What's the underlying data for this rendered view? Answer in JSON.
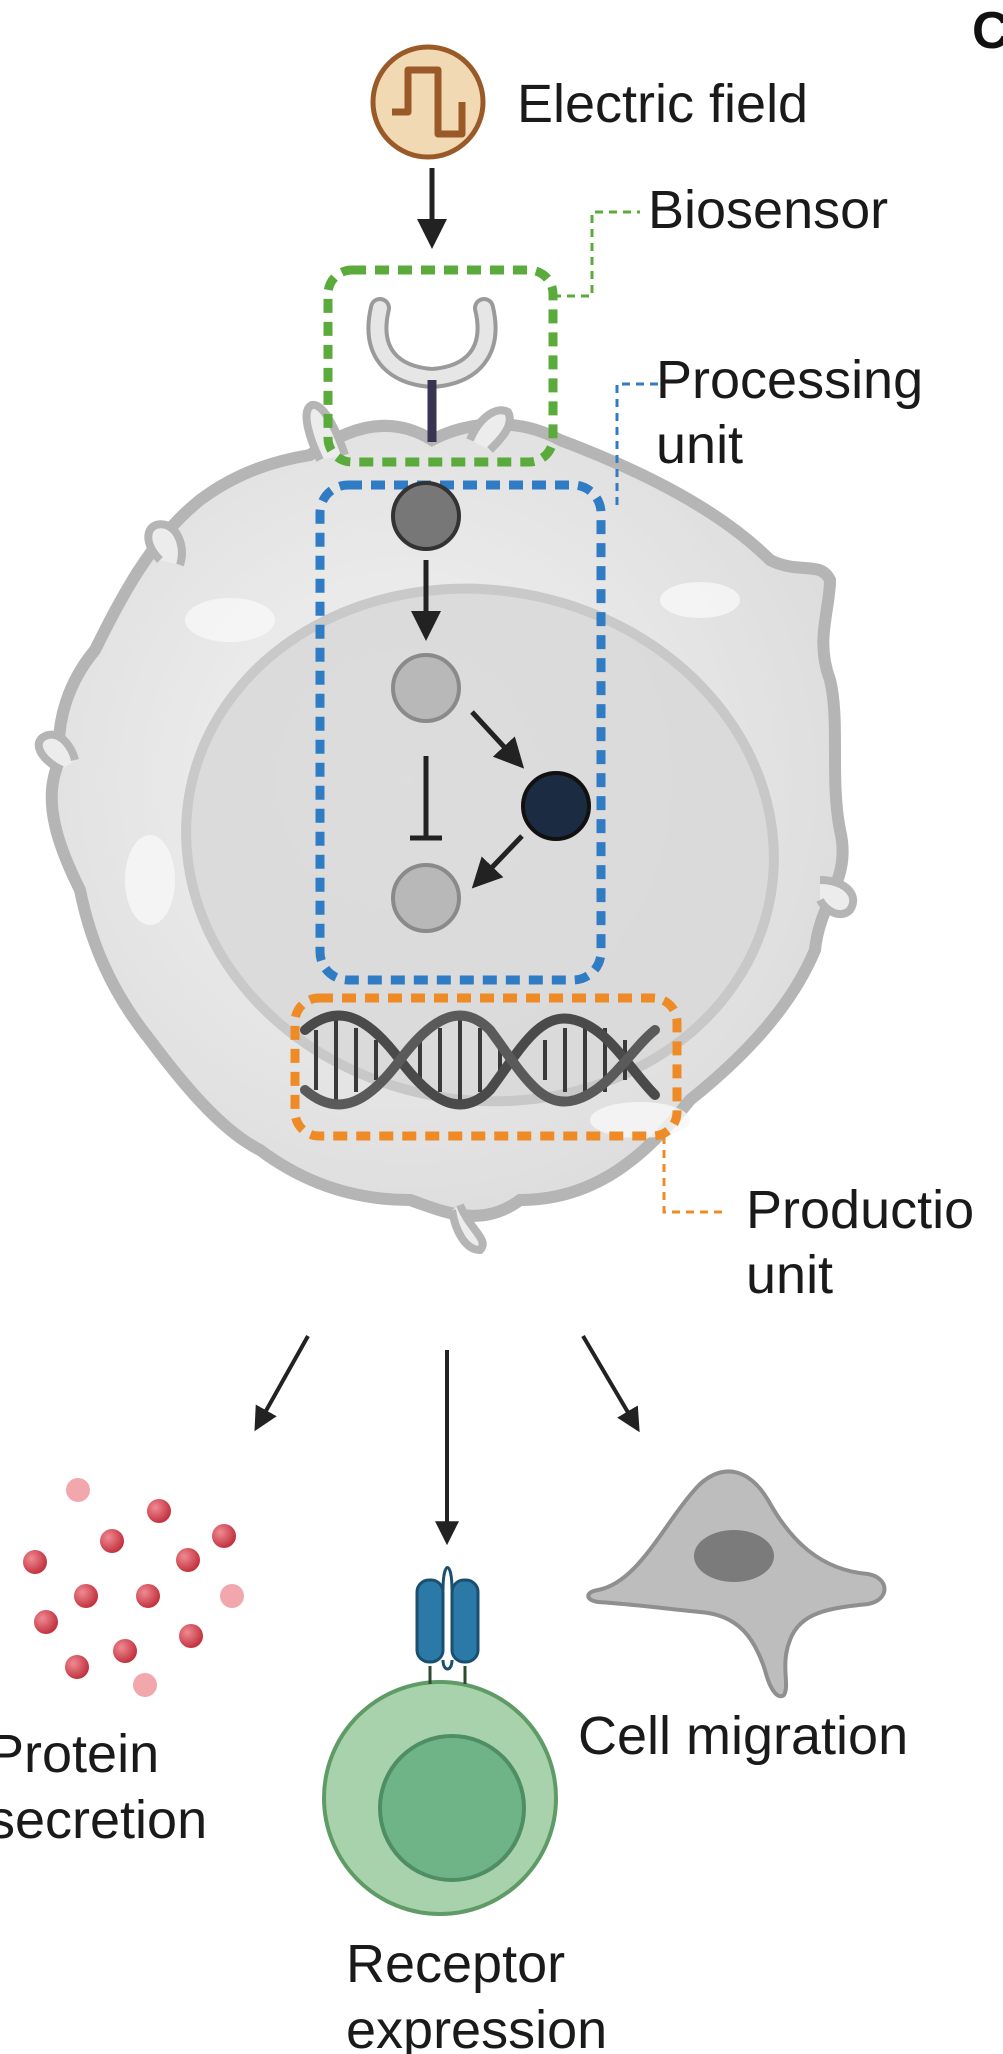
{
  "panel_letter": "C",
  "labels": {
    "electric_field": "Electric field",
    "biosensor": "Biosensor",
    "processing_unit": [
      "Processing",
      "unit"
    ],
    "production_unit": [
      "Productio",
      "unit"
    ],
    "protein_secretion": [
      "Protein",
      "secretion"
    ],
    "receptor_expression": [
      "Receptor",
      "expression"
    ],
    "cell_migration": "Cell migration"
  },
  "colors": {
    "biosensor_outline": "#5aab3c",
    "processing_outline": "#2f7cc4",
    "production_outline": "#ee8b26",
    "electric_field_fill": "#f1d9b4",
    "electric_field_stroke": "#9a5a28",
    "cell_body": "#e9e9e9",
    "cell_outline": "#b5b5b5",
    "receptor_cell": "#a8d2ab",
    "receptor_nucleus": "#6fb487",
    "receptor_protein": "#2b79a6",
    "protein_dot": "#d44a55",
    "protein_dot_light": "#f2a7ad",
    "migration_cell": "#b9b9b9"
  },
  "icons": [
    "square-wave-icon",
    "receptor-icon",
    "dna-helix-icon",
    "secreted-protein-icon",
    "receptor-cell-icon",
    "migrating-cell-icon"
  ]
}
